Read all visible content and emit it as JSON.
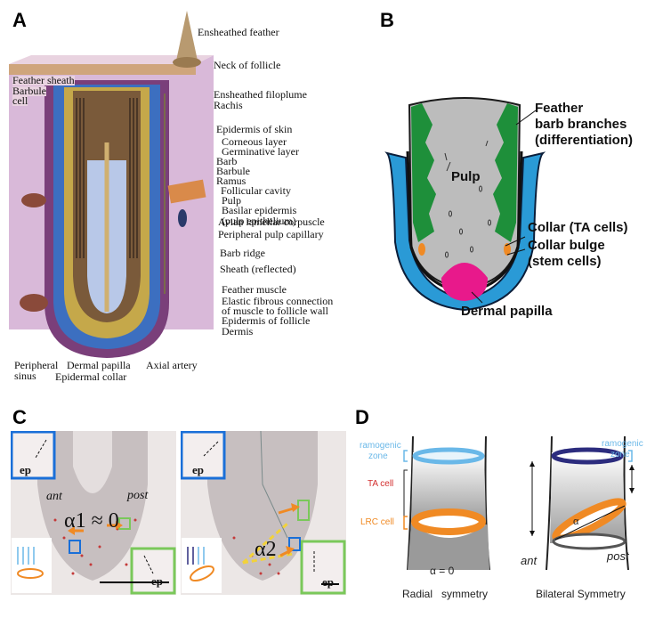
{
  "panels": {
    "a": "A",
    "b": "B",
    "c": "C",
    "d": "D"
  },
  "panel_a": {
    "labels_right": [
      "Ensheathed feather",
      "Neck of follicle",
      "Ensheathed filoplume",
      "Rachis",
      "Epidermis of skin",
      "Corneous layer",
      "Germinative layer",
      "Barb",
      "Barbule",
      "Ramus",
      "Follicular cavity",
      "Pulp",
      "Basilar epidermis",
      "(pulp epithelium)",
      "Avian lamellar corpuscle",
      "Peripheral pulp capillary",
      "Barb ridge",
      "Sheath (reflected)",
      "Feather muscle",
      "Elastic fibrous connection",
      "of muscle to follicle wall",
      "Epidermis of follicle",
      "Dermis"
    ],
    "labels_left": [
      "Feather sheath",
      "Barbule",
      "cell"
    ],
    "labels_bottom": [
      "Peripheral",
      "sinus",
      "Dermal papilla",
      "Epidermal collar",
      "Axial artery"
    ]
  },
  "panel_b": {
    "pulp": "Pulp",
    "barb_branches": [
      "Feather",
      "barb branches",
      "(differentiation)"
    ],
    "collar": "Collar (TA cells)",
    "collar_bulge": [
      "Collar bulge",
      "(stem cells)"
    ],
    "dermal_papilla": "Dermal papilla"
  },
  "panel_c": {
    "ep": "ep",
    "ant": "ant",
    "post": "post",
    "alpha1": "α1 ≈ 0",
    "alpha2": "α2"
  },
  "panel_d": {
    "ramogenic": [
      "ramogenic",
      "zone"
    ],
    "ta_cell": "TA cell",
    "lrc_cell": "LRC cell",
    "alpha_eq": "α = 0",
    "alpha": "α",
    "ant": "ant",
    "post": "post",
    "radial": "Radial   symmetry",
    "bilateral": "Bilateral Symmetry"
  },
  "colors": {
    "green": "#1e8f3a",
    "blue": "#2a9ad6",
    "magenta": "#e8198b",
    "orange": "#f08a24",
    "ramo": "#6ab8e8",
    "ta_red": "#d32f2f",
    "navy": "#2c2c7e"
  }
}
